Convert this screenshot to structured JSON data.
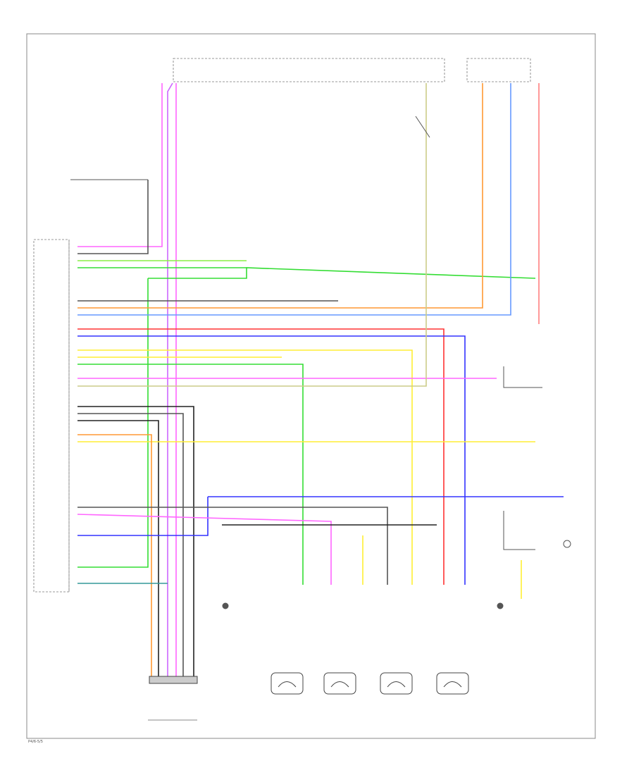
{
  "diagram": {
    "page_ref": "P4/6-5/5",
    "wire_colors": {
      "pink": "#ff66ff",
      "violet": "#cc66ff",
      "green": "#33dd33",
      "orange": "#ff9933",
      "blue": "#3333ff",
      "red": "#ff3333",
      "yellow": "#ffee33",
      "gray": "#555555",
      "black": "#222222",
      "teal": "#339999",
      "lightblue": "#6699ff"
    },
    "connectors": [
      {
        "id": "c1",
        "icon": "sensor-icon"
      },
      {
        "id": "c2",
        "icon": "sensor-icon"
      },
      {
        "id": "c3",
        "icon": "sensor-icon"
      },
      {
        "id": "c4",
        "icon": "sensor-icon"
      }
    ]
  }
}
